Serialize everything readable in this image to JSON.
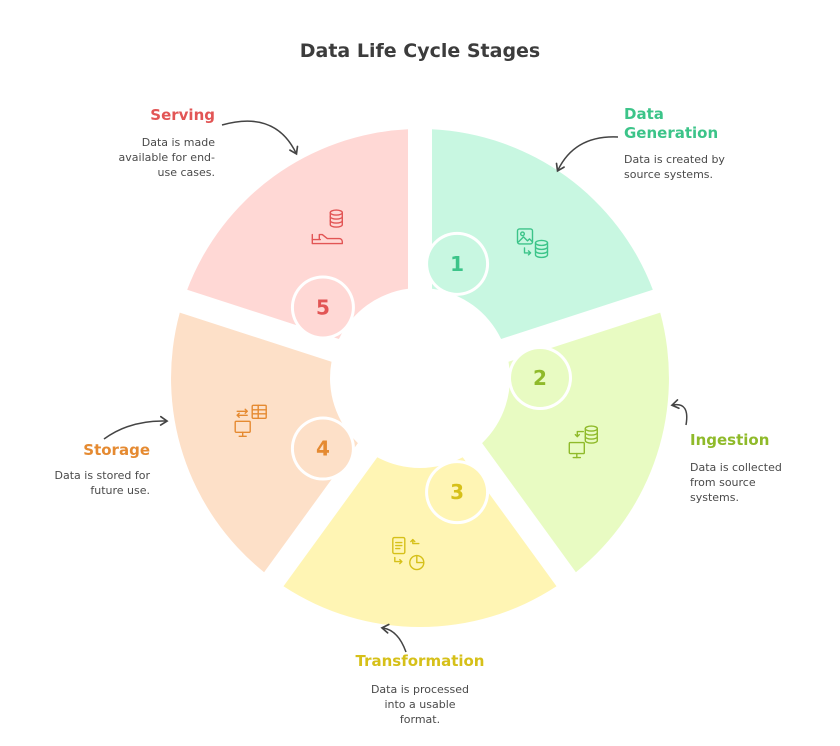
{
  "title": "Data Life Cycle Stages",
  "stages": [
    {
      "number": "1",
      "name": "Data Generation",
      "name_lines": [
        "Data",
        "Generation"
      ],
      "desc_lines": [
        "Data is created by",
        "source systems."
      ],
      "color": "#3cc489",
      "fill": "#c8f7e1",
      "num_color": "#3cc489",
      "icon": "image-to-database-icon"
    },
    {
      "number": "2",
      "name": "Ingestion",
      "name_lines": [
        "Ingestion"
      ],
      "desc_lines": [
        "Data is collected",
        "from source",
        "systems."
      ],
      "color": "#8fba2a",
      "fill": "#e8fbc2",
      "num_color": "#8fba2a",
      "icon": "monitor-database-icon"
    },
    {
      "number": "3",
      "name": "Transformation",
      "name_lines": [
        "Transformation"
      ],
      "desc_lines": [
        "Data is processed",
        "into a usable",
        "format."
      ],
      "color": "#d6c019",
      "fill": "#fff5b4",
      "num_color": "#d6c019",
      "icon": "document-chart-icon"
    },
    {
      "number": "4",
      "name": "Storage",
      "name_lines": [
        "Storage"
      ],
      "desc_lines": [
        "Data is stored for",
        "future use."
      ],
      "color": "#e58a31",
      "fill": "#fde0c8",
      "num_color": "#e58a31",
      "icon": "monitor-table-icon"
    },
    {
      "number": "5",
      "name": "Serving",
      "name_lines": [
        "Serving"
      ],
      "desc_lines": [
        "Data is made",
        "available for end-",
        "use cases."
      ],
      "color": "#e25555",
      "fill": "#ffd8d5",
      "num_color": "#e25555",
      "icon": "hand-database-icon"
    }
  ]
}
